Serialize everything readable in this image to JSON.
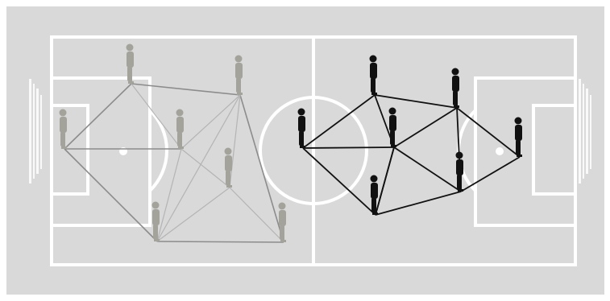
{
  "colors": {
    "background": "#ffffff",
    "pitch": "#d9d9d9",
    "lines": "#ffffff",
    "team_left": "#a3a39b",
    "team_left_links": "#8c8c8c",
    "team_left_links_light": "#b4b4b4",
    "team_right": "#111111",
    "team_right_links": "#111111"
  },
  "teams": [
    {
      "id": "left",
      "player_count": 7,
      "link_count": 14
    },
    {
      "id": "right",
      "player_count": 7,
      "link_count": 13
    }
  ]
}
